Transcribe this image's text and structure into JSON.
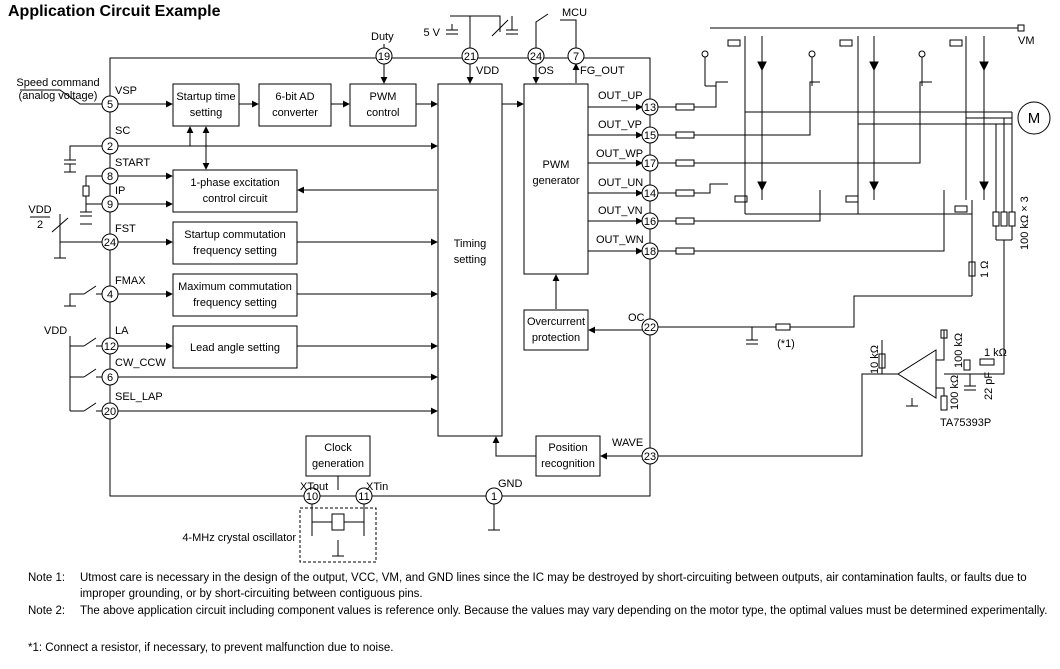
{
  "title": "Application Circuit Example",
  "blocks": {
    "startup_time": [
      "Startup time",
      "setting"
    ],
    "ad_conv": [
      "6-bit AD",
      "converter"
    ],
    "pwm_control": [
      "PWM",
      "control"
    ],
    "excitation": [
      "1-phase excitation",
      "control circuit"
    ],
    "startup_comm": [
      "Startup commutation",
      "frequency setting"
    ],
    "max_comm": [
      "Maximum commutation",
      "frequency setting"
    ],
    "lead_angle": "Lead angle setting",
    "timing": [
      "Timing",
      "setting"
    ],
    "pwm_gen": [
      "PWM",
      "generator"
    ],
    "overcurrent": [
      "Overcurrent",
      "protection"
    ],
    "position": [
      "Position",
      "recognition"
    ],
    "clock": [
      "Clock",
      "generation"
    ]
  },
  "pins": [
    {
      "num": "5",
      "name": "VSP"
    },
    {
      "num": "2",
      "name": "SC"
    },
    {
      "num": "8",
      "name": "START"
    },
    {
      "num": "9",
      "name": "IP"
    },
    {
      "num": "24",
      "name": "FST"
    },
    {
      "num": "4",
      "name": "FMAX"
    },
    {
      "num": "12",
      "name": "LA"
    },
    {
      "num": "6",
      "name": "CW_CCW"
    },
    {
      "num": "20",
      "name": "SEL_LAP"
    },
    {
      "num": "19",
      "name": "Duty"
    },
    {
      "num": "21",
      "name": "VDD"
    },
    {
      "num": "24",
      "name": "OS"
    },
    {
      "num": "7",
      "name": "FG_OUT"
    },
    {
      "num": "13",
      "name": "OUT_UP"
    },
    {
      "num": "15",
      "name": "OUT_VP"
    },
    {
      "num": "17",
      "name": "OUT_WP"
    },
    {
      "num": "14",
      "name": "OUT_UN"
    },
    {
      "num": "16",
      "name": "OUT_VN"
    },
    {
      "num": "18",
      "name": "OUT_WN"
    },
    {
      "num": "22",
      "name": "OC"
    },
    {
      "num": "23",
      "name": "WAVE"
    },
    {
      "num": "1",
      "name": "GND"
    },
    {
      "num": "10",
      "name": "XTout"
    },
    {
      "num": "11",
      "name": "XTin"
    }
  ],
  "labels": {
    "speed_cmd": [
      "Speed command",
      "(analog voltage)"
    ],
    "vdd_half_top": "VDD",
    "vdd_half_bot": "2",
    "vdd_la": "VDD",
    "five_v": "5 V",
    "mcu": "MCU",
    "vm": "VM",
    "motor": "M",
    "crystal": "4-MHz crystal oscillator",
    "r_100k3": "100 kΩ × 3",
    "r_1ohm": "1 Ω",
    "r_10k": "10 kΩ",
    "r_100k_a": "100 kΩ",
    "r_100k_b": "100 kΩ",
    "r_1k": "1 kΩ",
    "c_22p": "22 pF",
    "opamp": "TA75393P",
    "star1": "(*1)"
  },
  "notes": [
    {
      "label": "Note 1:",
      "text": "Utmost care is necessary in the design of the output, VCC, VM, and GND lines since the IC may be destroyed by short-circuiting between outputs, air contamination faults, or faults due to improper grounding, or by short-circuiting between contiguous pins."
    },
    {
      "label": "Note 2:",
      "text": "The above application circuit including component values is reference only. Because the values may vary depending on the motor type, the optimal values must be determined experimentally."
    },
    {
      "label": "*1:",
      "text": "Connect a resistor, if necessary, to prevent malfunction due to noise."
    }
  ]
}
